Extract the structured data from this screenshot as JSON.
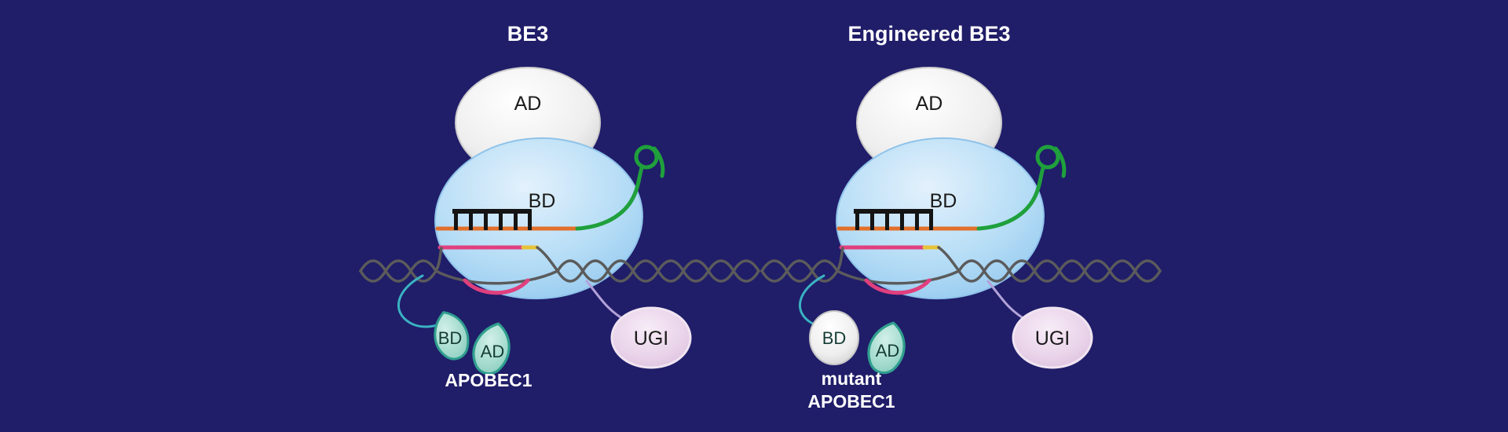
{
  "colors": {
    "background": "#201d69",
    "cas9_blue": "#a9d4f2",
    "deaminase_gray": "#e8e8e8",
    "apobec_teal": "#8fd2c4",
    "ugi_pink": "#e7cfe7",
    "guide_rna_orange": "#e2702a",
    "target_strand_pink": "#e03f7e",
    "pam_yellow": "#e7c338",
    "dna_gray": "#5b5b5b",
    "sgrna_green": "#1fa03c",
    "linker_teal": "#3ab2c2",
    "linker_lavender": "#b2a2d8",
    "base_pair_black": "#141414"
  },
  "panels": [
    {
      "title": "BE3",
      "cas9_ad_label": "AD",
      "cas9_bd_label": "BD",
      "apobec_bd_label": "BD",
      "apobec_ad_label": "AD",
      "apobec_name": "APOBEC1",
      "ugi_label": "UGI"
    },
    {
      "title": "Engineered BE3",
      "cas9_ad_label": "AD",
      "cas9_bd_label": "BD",
      "apobec_bd_label": "BD",
      "apobec_ad_label": "AD",
      "apobec_name_line1": "mutant",
      "apobec_name_line2": "APOBEC1",
      "ugi_label": "UGI"
    }
  ]
}
